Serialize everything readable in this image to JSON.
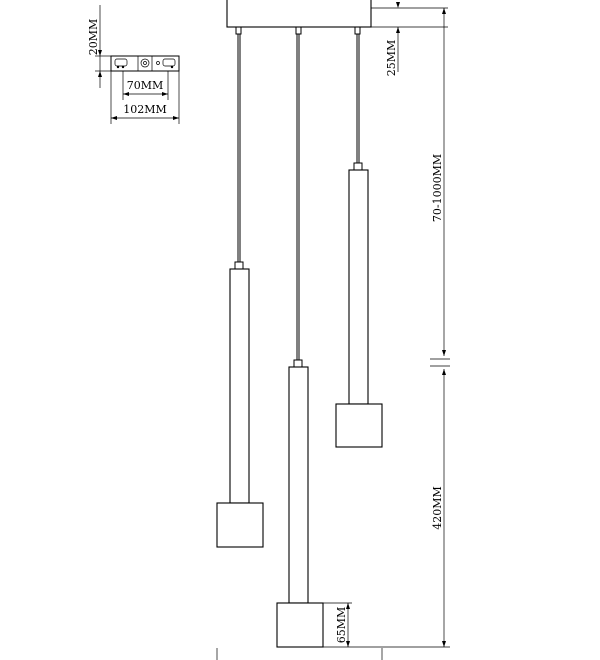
{
  "dimensions": {
    "bracket_height": "20MM",
    "bracket_hole_spacing": "70MM",
    "bracket_width": "102MM",
    "canopy_height": "25MM",
    "cable_length": "70-1000MM",
    "pendant_length": "420MM",
    "shade_height": "65MM"
  },
  "colors": {
    "line": "#000000",
    "background": "#ffffff"
  }
}
